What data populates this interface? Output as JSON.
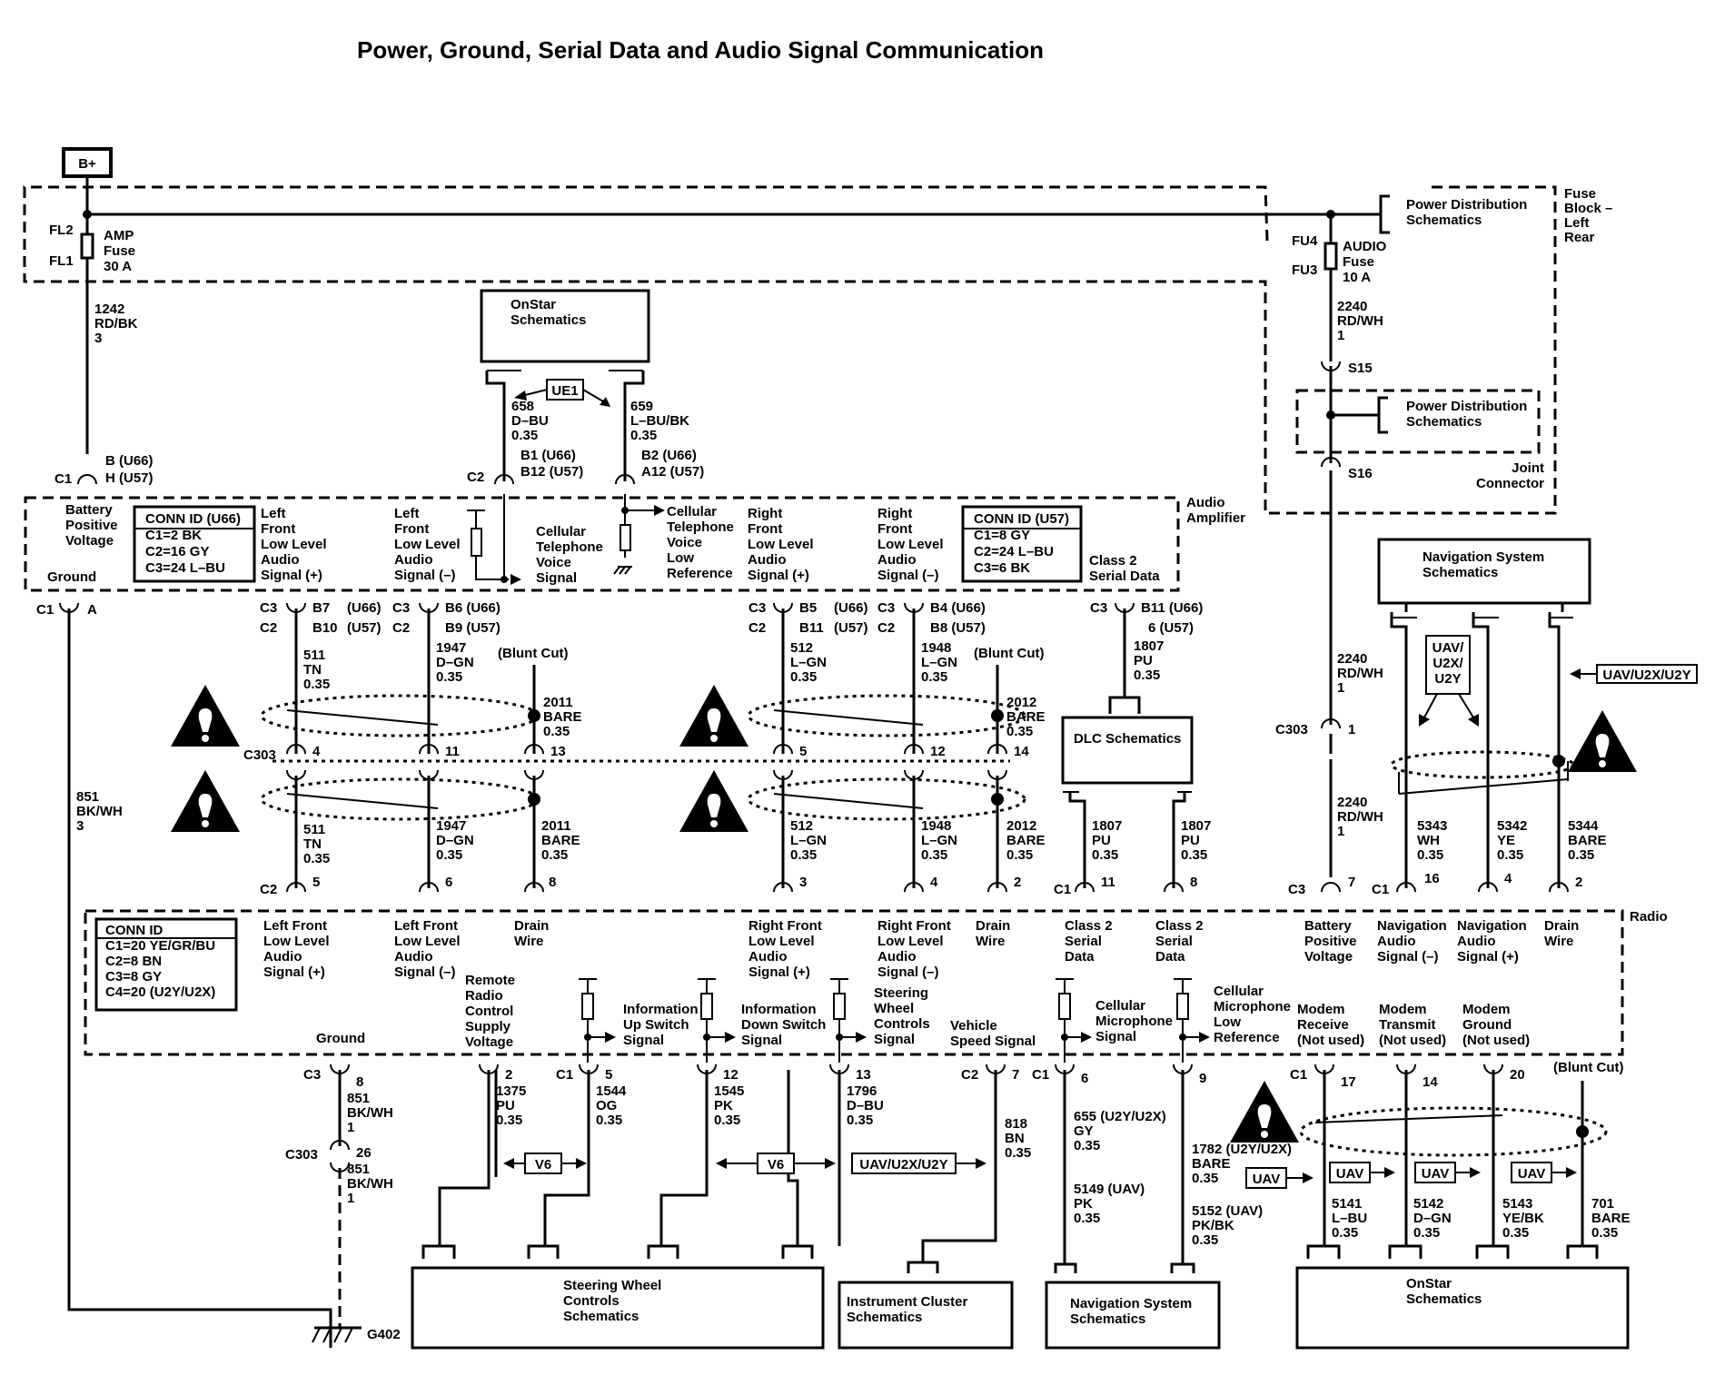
{
  "title": "Power, Ground, Serial Data and Audio Signal Communication",
  "power_source": "B+",
  "fuse_block": {
    "label": [
      "Fuse",
      "Block –",
      "Left",
      "Rear"
    ],
    "amp_fuse": {
      "top": "FL2",
      "bottom": "FL1",
      "label": [
        "AMP",
        "Fuse",
        "30 A"
      ]
    },
    "audio_fuse": {
      "top": "FU4",
      "bottom": "FU3",
      "label": [
        "AUDIO",
        "Fuse",
        "10 A"
      ]
    },
    "power_distribution_ref": [
      "Power Distribution",
      "Schematics"
    ]
  },
  "joint_connector": {
    "label": [
      "Joint",
      "Connector"
    ],
    "s15": "S15",
    "s16": "S16",
    "ref": [
      "Power Distribution",
      "Schematics"
    ]
  },
  "wires": {
    "w1242": [
      "1242",
      "RD/BK",
      "3"
    ],
    "w851a": [
      "851",
      "BK/WH",
      "3"
    ],
    "w851b": [
      "851",
      "BK/WH",
      "1"
    ],
    "w851c": [
      "851",
      "BK/WH",
      "1"
    ],
    "w2240a": [
      "2240",
      "RD/WH",
      "1"
    ],
    "w2240b": [
      "2240",
      "RD/WH",
      "1"
    ],
    "w2240c": [
      "2240",
      "RD/WH",
      "1"
    ],
    "w658": [
      "658",
      "D–BU",
      "0.35"
    ],
    "w659": [
      "659",
      "L–BU/BK",
      "0.35"
    ],
    "w511a": [
      "511",
      "TN",
      "0.35"
    ],
    "w511b": [
      "511",
      "TN",
      "0.35"
    ],
    "w1947a": [
      "1947",
      "D–GN",
      "0.35"
    ],
    "w1947b": [
      "1947",
      "D–GN",
      "0.35"
    ],
    "w2011a": [
      "2011",
      "BARE",
      "0.35"
    ],
    "w2011b": [
      "2011",
      "BARE",
      "0.35"
    ],
    "w512a": [
      "512",
      "L–GN",
      "0.35"
    ],
    "w512b": [
      "512",
      "L–GN",
      "0.35"
    ],
    "w1948a": [
      "1948",
      "L–GN",
      "0.35"
    ],
    "w1948b": [
      "1948",
      "L–GN",
      "0.35"
    ],
    "w2012a": [
      "2012",
      "BARE",
      "0.35"
    ],
    "w2012b": [
      "2012",
      "BARE",
      "0.35"
    ],
    "w1807a": [
      "1807",
      "PU",
      "0.35"
    ],
    "w1807b": [
      "1807",
      "PU",
      "0.35"
    ],
    "w1807c": [
      "1807",
      "PU",
      "0.35"
    ],
    "w5343": [
      "5343",
      "WH",
      "0.35"
    ],
    "w5342": [
      "5342",
      "YE",
      "0.35"
    ],
    "w5344": [
      "5344",
      "BARE",
      "0.35"
    ],
    "w1375": [
      "1375",
      "PU",
      "0.35"
    ],
    "w1544": [
      "1544",
      "OG",
      "0.35"
    ],
    "w1545": [
      "1545",
      "PK",
      "0.35"
    ],
    "w1796": [
      "1796",
      "D–BU",
      "0.35"
    ],
    "w818": [
      "818",
      "BN",
      "0.35"
    ],
    "w655": [
      "655 (U2Y/U2X)",
      "GY",
      "0.35"
    ],
    "w5149": [
      "5149 (UAV)",
      "PK",
      "0.35"
    ],
    "w1782": [
      "1782 (U2Y/U2X)",
      "BARE",
      "0.35"
    ],
    "w5152": [
      "5152 (UAV)",
      "PK/BK",
      "0.35"
    ],
    "w5141": [
      "5141",
      "L–BU",
      "0.35"
    ],
    "w5142": [
      "5142",
      "D–GN",
      "0.35"
    ],
    "w5143": [
      "5143",
      "YE/BK",
      "0.35"
    ],
    "w701": [
      "701",
      "BARE",
      "0.35"
    ]
  },
  "onstar_top": [
    "OnStar",
    "Schematics"
  ],
  "ue1": "UE1",
  "amplifier": {
    "name": [
      "Audio",
      "Amplifier"
    ],
    "conn_u66": [
      "CONN ID (U66)",
      "C1=2 BK",
      "C2=16 GY",
      "C3=24 L–BU"
    ],
    "conn_u57": [
      "CONN ID (U57)",
      "C1=8 GY",
      "C2=24 L–BU",
      "C3=6 BK"
    ],
    "battery": [
      "Battery",
      "Positive",
      "Voltage"
    ],
    "ground": "Ground",
    "lf_plus": [
      "Left",
      "Front",
      "Low Level",
      "Audio",
      "Signal (+)"
    ],
    "lf_minus": [
      "Left",
      "Front",
      "Low Level",
      "Audio",
      "Signal (–)"
    ],
    "cell_voice": [
      "Cellular",
      "Telephone",
      "Voice",
      "Signal"
    ],
    "cell_ref": [
      "Cellular",
      "Telephone",
      "Voice",
      "Low",
      "Reference"
    ],
    "rf_plus": [
      "Right",
      "Front",
      "Low Level",
      "Audio",
      "Signal (+)"
    ],
    "rf_minus": [
      "Right",
      "Front",
      "Low Level",
      "Audio",
      "Signal (–)"
    ],
    "class2": [
      "Class 2",
      "Serial Data"
    ]
  },
  "pins": {
    "c1_b": "C1",
    "b_u66": "B (U66)",
    "h_u57": "H (U57)",
    "c2_b1": "C2",
    "b1_u66": "B1 (U66)",
    "b12_u57": "B12 (U57)",
    "b2_u66": "B2 (U66)",
    "a12_u57": "A12 (U57)",
    "c1_a": "C1",
    "a": "A",
    "lf_c3": "C3",
    "lf_c2": "C2",
    "b7": "B7",
    "u66a": "(U66)",
    "b10": "B10",
    "u57a": "(U57)",
    "lm_c3": "C3",
    "lm_c2": "C2",
    "b6": "B6 (U66)",
    "b9": "B9 (U57)",
    "rf_c3": "C3",
    "rf_c2": "C2",
    "b5": "B5",
    "u66b": "(U66)",
    "b11": "B11",
    "u57b": "(U57)",
    "rm_c3": "C3",
    "rm_c2": "C2",
    "b4": "B4 (U66)",
    "b8": "B8 (U57)",
    "cs_c3": "C3",
    "b11_u66": "B11 (U66)",
    "six_u57": "6 (U57)",
    "blunt1": "(Blunt Cut)",
    "blunt2": "(Blunt Cut)",
    "blunt3": "(Blunt Cut)",
    "c303_a": "C303",
    "p4": "4",
    "p11": "11",
    "p13": "13",
    "p5": "5",
    "p12": "12",
    "p14": "14",
    "c303_r": "C303",
    "p1r": "1",
    "c2_r": "C2",
    "r5": "5",
    "r6": "6",
    "r8": "8",
    "r3": "3",
    "r4": "4",
    "r2": "2",
    "c1_r": "C1",
    "r11": "11",
    "r8b": "8",
    "c3_r": "C3",
    "r7": "7",
    "c1_nav": "C1",
    "r16": "16",
    "r4b": "4",
    "r2b": "2",
    "c3_g": "C3",
    "g8": "8",
    "c303_g": "C303",
    "g26": "26",
    "b2p": "2",
    "c1_sw": "C1",
    "b5p": "5",
    "b12p": "12",
    "b13p": "13",
    "c2_vs": "C2",
    "b7p": "7",
    "c1_cm": "C1",
    "b6p": "6",
    "b9p": "9",
    "c1_mod": "C1",
    "b17p": "17",
    "b14p": "14",
    "b20p": "20",
    "g402": "G402"
  },
  "radio": {
    "name": "Radio",
    "conn": [
      "CONN ID",
      "C1=20 YE/GR/BU",
      "C2=8 BN",
      "C3=8 GY",
      "C4=20 (U2Y/U2X)"
    ],
    "lf_plus": [
      "Left Front",
      "Low Level",
      "Audio",
      "Signal (+)"
    ],
    "lf_minus": [
      "Left Front",
      "Low Level",
      "Audio",
      "Signal (–)"
    ],
    "drain1": [
      "Drain",
      "Wire"
    ],
    "rf_plus": [
      "Right Front",
      "Low Level",
      "Audio",
      "Signal (+)"
    ],
    "rf_minus": [
      "Right Front",
      "Low Level",
      "Audio",
      "Signal (–)"
    ],
    "drain2": [
      "Drain",
      "Wire"
    ],
    "class2a": [
      "Class 2",
      "Serial",
      "Data"
    ],
    "class2b": [
      "Class 2",
      "Serial",
      "Data"
    ],
    "battery": [
      "Battery",
      "Positive",
      "Voltage"
    ],
    "nav_minus": [
      "Navigation",
      "Audio",
      "Signal (–)"
    ],
    "nav_plus": [
      "Navigation",
      "Audio",
      "Signal (+)"
    ],
    "drain3": [
      "Drain",
      "Wire"
    ],
    "ground": "Ground",
    "remote": [
      "Remote",
      "Radio",
      "Control",
      "Supply",
      "Voltage"
    ],
    "info_up": [
      "Information",
      "Up Switch",
      "Signal"
    ],
    "info_down": [
      "Information",
      "Down Switch",
      "Signal"
    ],
    "steering": [
      "Steering",
      "Wheel",
      "Controls",
      "Signal"
    ],
    "vss": [
      "Vehicle",
      "Speed Signal"
    ],
    "cell_mic": [
      "Cellular",
      "Microphone",
      "Signal"
    ],
    "cell_mic_ref": [
      "Cellular",
      "Microphone",
      "Low",
      "Reference"
    ],
    "modem_rx": [
      "Modem",
      "Receive",
      "(Not used)"
    ],
    "modem_tx": [
      "Modem",
      "Transmit",
      "(Not used)"
    ],
    "modem_gnd": [
      "Modem",
      "Ground",
      "(Not used)"
    ]
  },
  "modules": {
    "dlc": "DLC Schematics",
    "nav_top": [
      "Navigation System",
      "Schematics"
    ],
    "steering": [
      "Steering Wheel",
      "Controls",
      "Schematics"
    ],
    "cluster": [
      "Instrument Cluster",
      "Schematics"
    ],
    "nav_bottom": [
      "Navigation System",
      "Schematics"
    ],
    "onstar_bottom": [
      "OnStar",
      "Schematics"
    ]
  },
  "options": {
    "uav_u2x_u2y_stack": [
      "UAV/",
      "U2X/",
      "U2Y"
    ],
    "uav_u2x_u2y_right": "UAV/U2X/U2Y",
    "uav_u2x_u2y_bottom": "UAV/U2X/U2Y",
    "v6a": "V6",
    "v6b": "V6",
    "uav1": "UAV",
    "uav2": "UAV",
    "uav3": "UAV",
    "uav4": "UAV"
  }
}
